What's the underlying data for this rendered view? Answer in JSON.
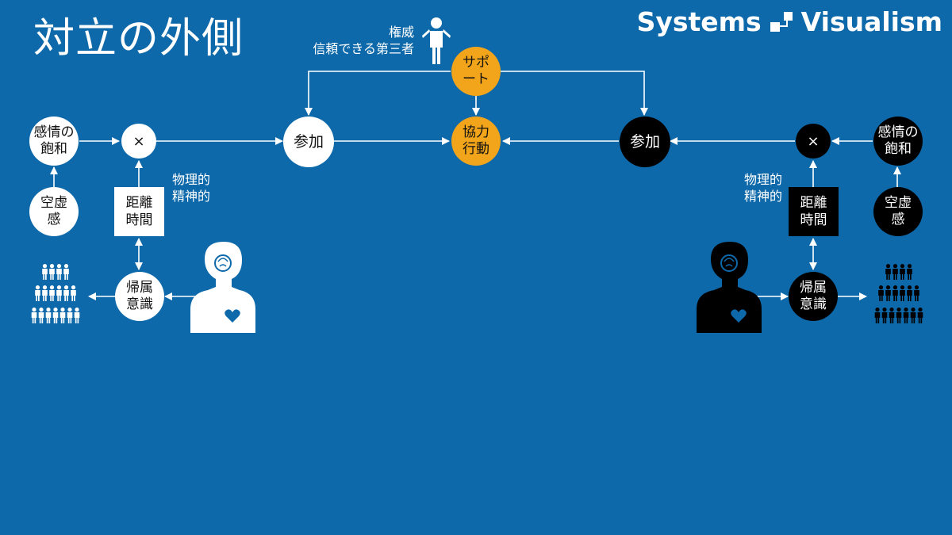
{
  "title": "対立の外側",
  "brand": {
    "name": "Systems Visualism",
    "logo_icon": "systems-visualism-logo-icon"
  },
  "colors": {
    "background": "#0E69AA",
    "orange": "#F2A51A",
    "white": "#FFFFFF",
    "black": "#000000"
  },
  "authority": {
    "line1": "権威",
    "line2": "信頼できる第三者",
    "icon": "person-shrug-icon"
  },
  "center": {
    "support": {
      "line1": "サポ",
      "line2": "ート"
    },
    "cooperative_action": {
      "line1": "協力",
      "line2": "行動"
    }
  },
  "left": {
    "emotional_saturation": {
      "line1": "感情の",
      "line2": "飽和"
    },
    "multiply": "×",
    "participation": "参加",
    "emptiness": {
      "line1": "空虚",
      "line2": "感"
    },
    "distance_time": {
      "line1": "距離",
      "line2": "時間"
    },
    "distance_type": {
      "line1": "物理的",
      "line2": "精神的"
    },
    "belonging": {
      "line1": "帰属",
      "line2": "意識"
    },
    "crowd_icon": "group-of-people-icon",
    "person_icon": "person-brain-heart-icon"
  },
  "right": {
    "emotional_saturation": {
      "line1": "感情の",
      "line2": "飽和"
    },
    "multiply": "×",
    "participation": "参加",
    "emptiness": {
      "line1": "空虚",
      "line2": "感"
    },
    "distance_time": {
      "line1": "距離",
      "line2": "時間"
    },
    "distance_type": {
      "line1": "物理的",
      "line2": "精神的"
    },
    "belonging": {
      "line1": "帰属",
      "line2": "意識"
    },
    "crowd_icon": "group-of-people-icon",
    "person_icon": "person-brain-heart-icon"
  }
}
